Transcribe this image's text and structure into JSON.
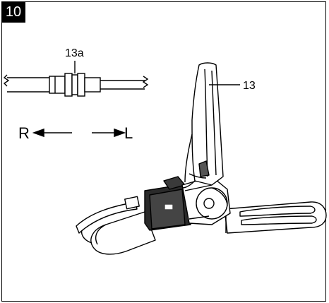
{
  "figure": {
    "number": "10",
    "callouts": {
      "a": "13a",
      "b": "13"
    },
    "directions": {
      "left": "R",
      "right": "L"
    },
    "colors": {
      "line": "#000000",
      "background": "#ffffff",
      "badge": "#000000",
      "badge_text": "#ffffff"
    }
  }
}
